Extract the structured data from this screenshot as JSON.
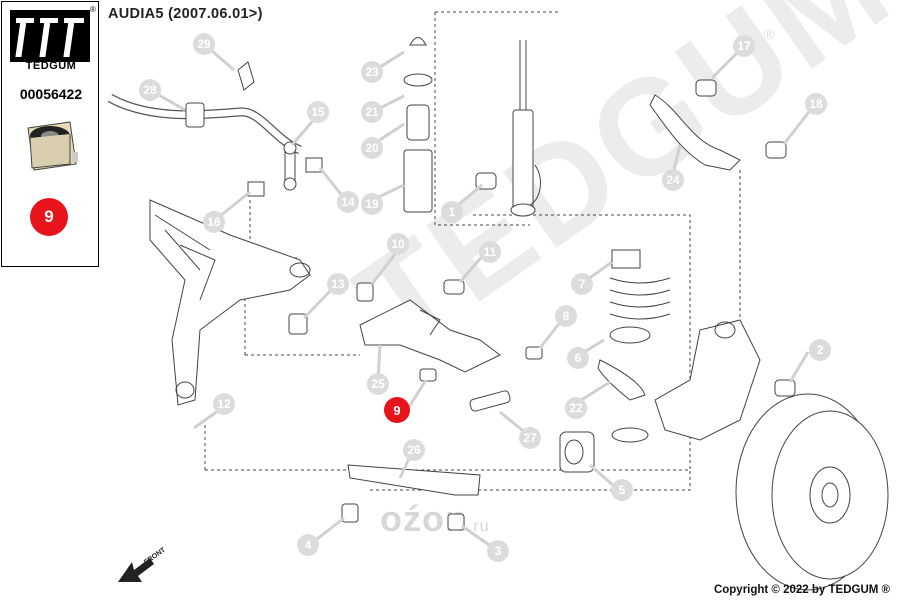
{
  "sidebar": {
    "brand": "TEDGUM",
    "reg_mark": "®",
    "part_number": "00056422",
    "selected_callout": "9"
  },
  "header": {
    "title": "AUDIA5 (2007.06.01>)"
  },
  "watermark": {
    "text": "TEDGUM",
    "reg_mark": "®",
    "secondary": "oźon",
    "secondary_suffix": ".ru"
  },
  "front_indicator": {
    "label": "FRONT"
  },
  "footer": {
    "copyright": "Copyright © 2022 by TEDGUM ®"
  },
  "callouts": [
    "1",
    "2",
    "3",
    "4",
    "5",
    "6",
    "7",
    "8",
    "9",
    "10",
    "11",
    "12",
    "13",
    "14",
    "15",
    "16",
    "17",
    "18",
    "19",
    "20",
    "21",
    "22",
    "23",
    "24",
    "25",
    "26",
    "27",
    "28",
    "29"
  ],
  "colors": {
    "callout_fill": "#dcdcdc",
    "callout_text": "#ffffff",
    "highlight": "#e8141c",
    "line": "#555555"
  }
}
